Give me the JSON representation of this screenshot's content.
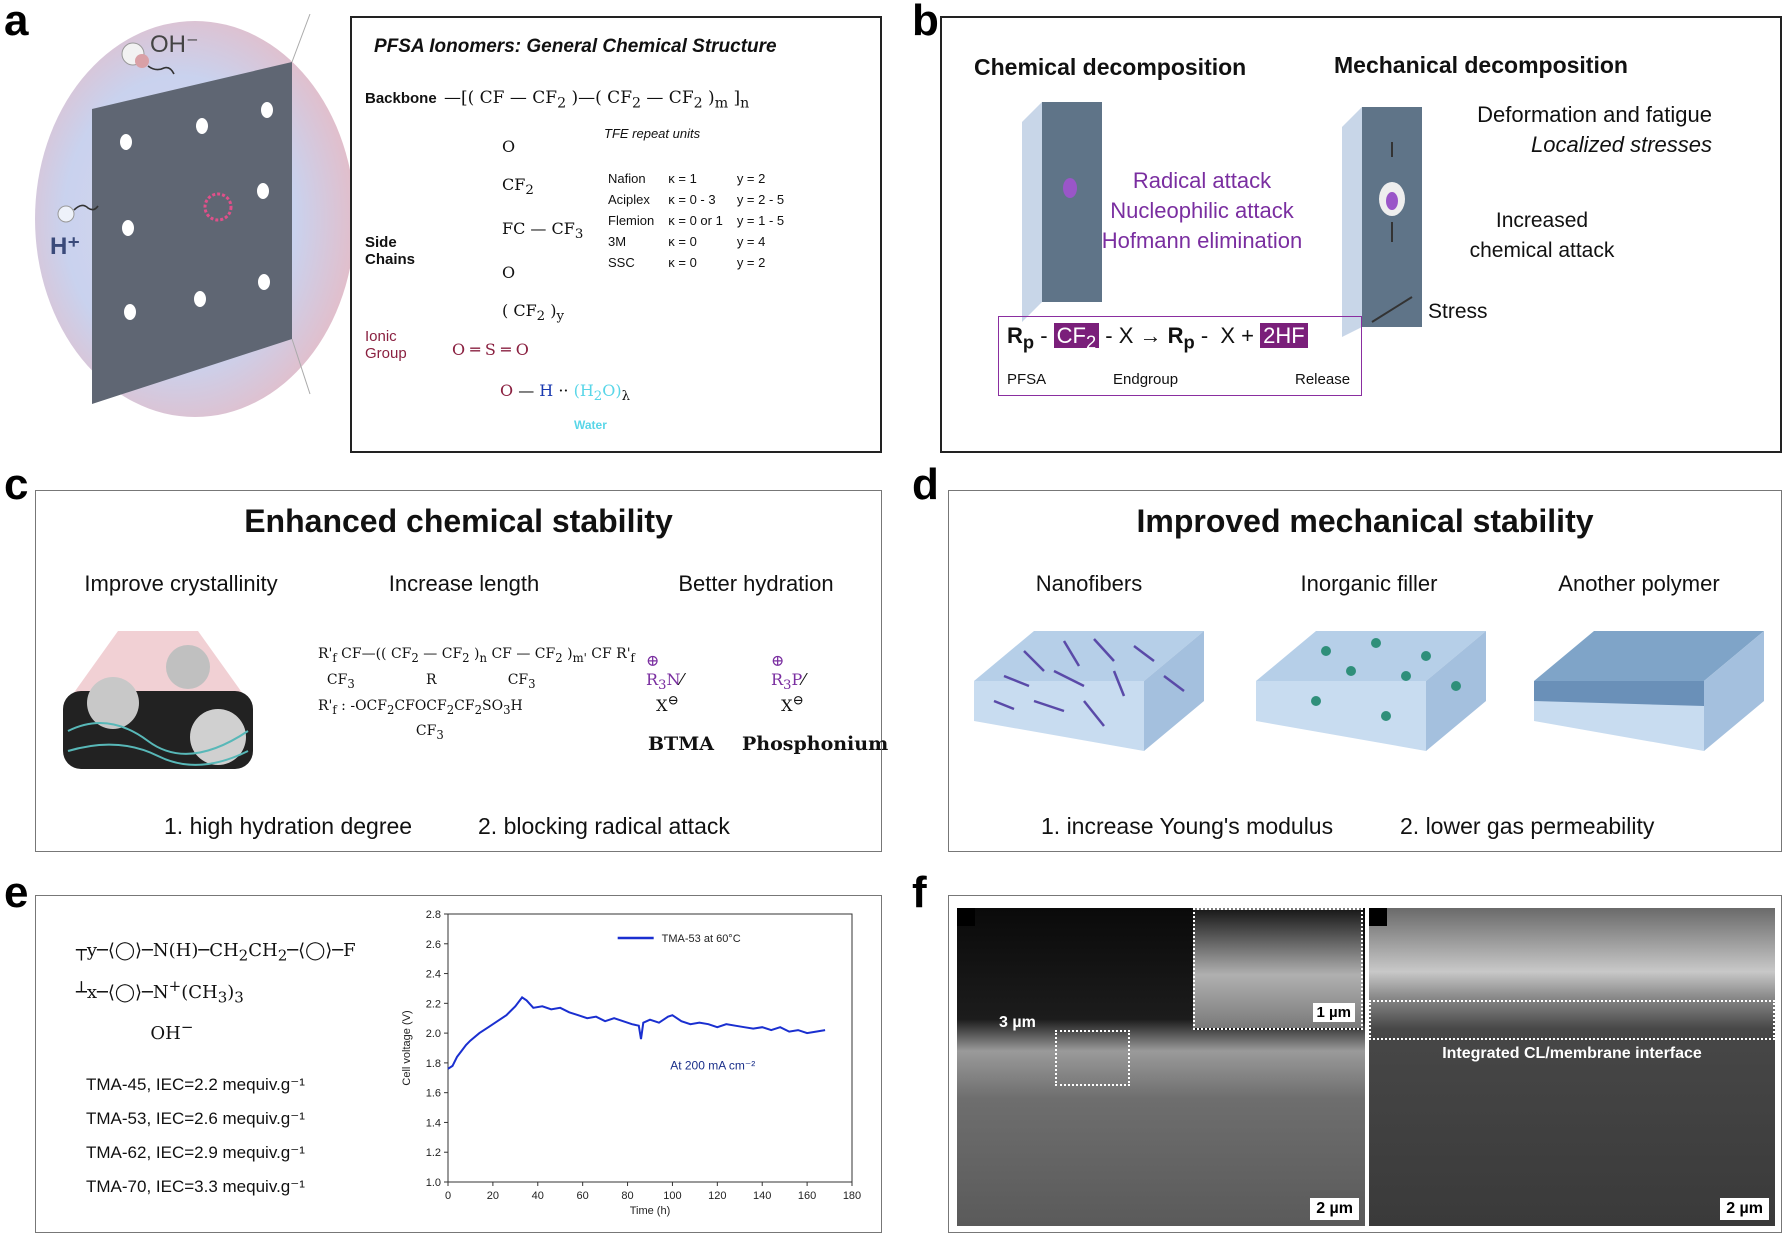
{
  "panels": {
    "a": "a",
    "b": "b",
    "c": "c",
    "d": "d",
    "e": "e",
    "f": "f"
  },
  "a": {
    "oh": "OH⁻",
    "h": "H⁺",
    "title": "PFSA Ionomers: General Chemical Structure",
    "backbone": "Backbone",
    "side_chains": "Side Chains",
    "ionic_group": "Ionic Group",
    "tfe": "TFE repeat units",
    "water": "Water",
    "table": [
      [
        "Nafion",
        "κ = 1",
        "y = 2"
      ],
      [
        "Aciplex",
        "κ = 0 - 3",
        "y = 2 - 5"
      ],
      [
        "Flemion",
        "κ = 0 or 1",
        "y = 1 - 5"
      ],
      [
        "3M",
        "κ = 0",
        "y = 4"
      ],
      [
        "SSC",
        "κ = 0",
        "y = 2"
      ]
    ]
  },
  "b": {
    "chem_title": "Chemical decomposition",
    "mech_title": "Mechanical decomposition",
    "radical": "Radical attack",
    "nucleophilic": "Nucleophilic attack",
    "hofmann": "Hofmann elimination",
    "deform": "Deformation and fatigue",
    "localized": "Localized stresses",
    "increased1": "Increased",
    "increased2": "chemical attack",
    "stress": "Stress",
    "pfsa": "PFSA",
    "endgroup": "Endgroup",
    "release": "Release"
  },
  "c": {
    "title": "Enhanced chemical stability",
    "cols": [
      "Improve crystallinity",
      "Increase length",
      "Better hydration"
    ],
    "btma": "BTMA",
    "phosphonium": "Phosphonium",
    "foot1": "1. high hydration degree",
    "foot2": "2. blocking radical attack"
  },
  "d": {
    "title": "Improved mechanical stability",
    "cols": [
      "Nanofibers",
      "Inorganic filler",
      "Another polymer"
    ],
    "foot1": "1. increase Young's modulus",
    "foot2": "2. lower gas permeability"
  },
  "e": {
    "iec": [
      "TMA-45, IEC=2.2 mequiv.g⁻¹",
      "TMA-53, IEC=2.6 mequiv.g⁻¹",
      "TMA-62, IEC=2.9 mequiv.g⁻¹",
      "TMA-70, IEC=3.3 mequiv.g⁻¹"
    ]
  },
  "f": {
    "s3um": "3 µm",
    "s1um": "1 µm",
    "s2um_a": "2 µm",
    "s2um_b": "2 µm",
    "interface": "Integrated CL/membrane interface"
  },
  "chart_data": {
    "type": "line",
    "xlabel": "Time (h)",
    "ylabel": "Cell voltage (V)",
    "xlim": [
      0,
      180
    ],
    "ylim": [
      1.0,
      2.8
    ],
    "xticks": [
      0,
      20,
      40,
      60,
      80,
      100,
      120,
      140,
      160,
      180
    ],
    "yticks": [
      1.0,
      1.2,
      1.4,
      1.6,
      1.8,
      2.0,
      2.2,
      2.4,
      2.6,
      2.8
    ],
    "annotation": "At 200 mA cm⁻²",
    "series": [
      {
        "name": "TMA-53  at 60°C",
        "color": "#1a2fd0",
        "x": [
          0,
          2,
          4,
          6,
          8,
          10,
          14,
          18,
          22,
          26,
          30,
          33,
          35,
          38,
          42,
          46,
          50,
          54,
          58,
          62,
          66,
          70,
          74,
          78,
          82,
          85,
          86,
          87,
          90,
          94,
          98,
          100,
          104,
          108,
          112,
          116,
          120,
          124,
          128,
          132,
          136,
          140,
          144,
          148,
          152,
          156,
          160,
          164,
          168
        ],
        "y": [
          1.76,
          1.78,
          1.84,
          1.88,
          1.92,
          1.95,
          2.0,
          2.04,
          2.08,
          2.12,
          2.18,
          2.24,
          2.22,
          2.17,
          2.18,
          2.16,
          2.17,
          2.14,
          2.12,
          2.1,
          2.11,
          2.08,
          2.1,
          2.08,
          2.06,
          2.05,
          1.96,
          2.07,
          2.09,
          2.07,
          2.11,
          2.12,
          2.08,
          2.06,
          2.07,
          2.06,
          2.04,
          2.06,
          2.05,
          2.04,
          2.03,
          2.04,
          2.02,
          2.04,
          2.01,
          2.02,
          2.0,
          2.01,
          2.02
        ]
      }
    ]
  }
}
